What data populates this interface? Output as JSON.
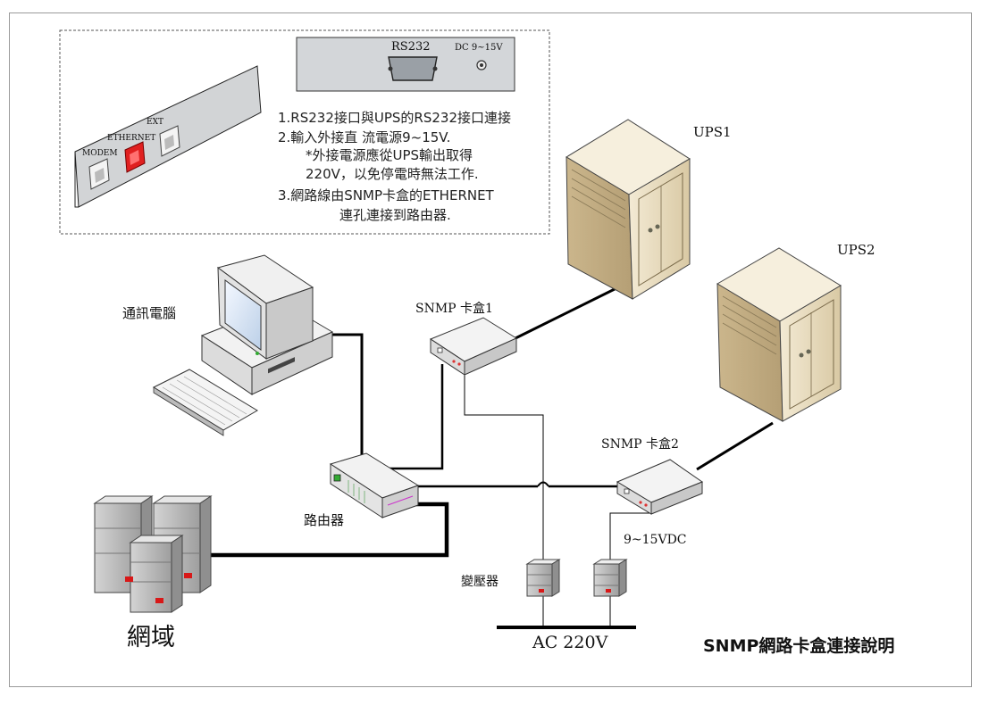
{
  "title": "SNMP網路卡盒連接說明",
  "connector_panel": {
    "rs232_label": "RS232",
    "dc_label": "DC 9~15V"
  },
  "card_ports": {
    "ext": "EXT",
    "ethernet": "ETHERNET",
    "modem": "MODEM"
  },
  "instructions": {
    "line1": "1.RS232接口與UPS的RS232接口連接",
    "line2": "2.輸入外接直 流電源9~15V.",
    "line3": "*外接電源應從UPS輸出取得",
    "line4": "220V，以免停電時無法工作.",
    "line5": "3.網路線由SNMP卡盒的ETHERNET",
    "line6": "連孔連接到路由器."
  },
  "labels": {
    "ups1": "UPS1",
    "ups2": "UPS2",
    "computer": "通訊電腦",
    "snmp1": "SNMP 卡盒1",
    "snmp2": "SNMP 卡盒2",
    "router": "路由器",
    "domain": "網域",
    "transformer": "變壓器",
    "vdc": "9~15VDC",
    "ac": "AC 220V"
  },
  "colors": {
    "line": "#000000",
    "ups_body": "#e8dcc0",
    "ethernet_port": "#e02020",
    "server_body": "#bdbdbd",
    "server_light": "#d81818"
  }
}
